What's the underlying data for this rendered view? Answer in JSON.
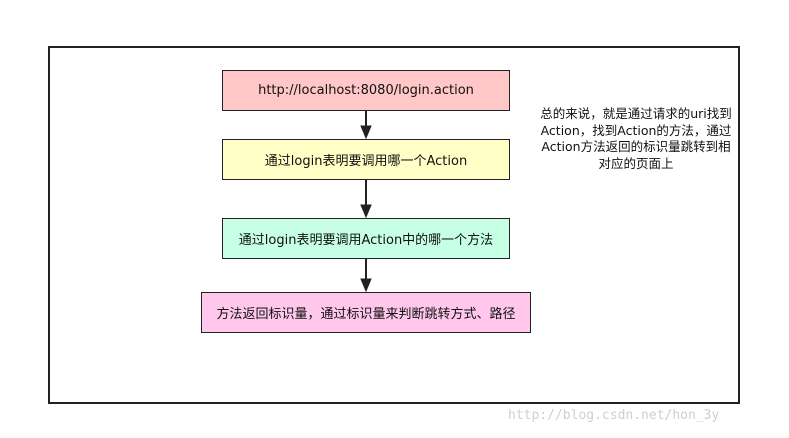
{
  "flow": {
    "step1": "http://localhost:8080/login.action",
    "step2": "通过login表明要调用哪一个Action",
    "step3": "通过login表明要调用Action中的哪一个方法",
    "step4": "方法返回标识量，通过标识量来判断跳转方式、路径"
  },
  "note": {
    "line1": "总的来说，就是通过请求的uri找到",
    "line2": "Action，找到Action的方法，通过",
    "line3": "Action方法返回的标识量跳转到相",
    "line4": "对应的页面上"
  },
  "watermark": "http://blog.csdn.net/hon_3y",
  "colors": {
    "step1": "#ffc7c7",
    "step2": "#ffffc6",
    "step3": "#c7ffe5",
    "step4": "#ffc7ec"
  }
}
